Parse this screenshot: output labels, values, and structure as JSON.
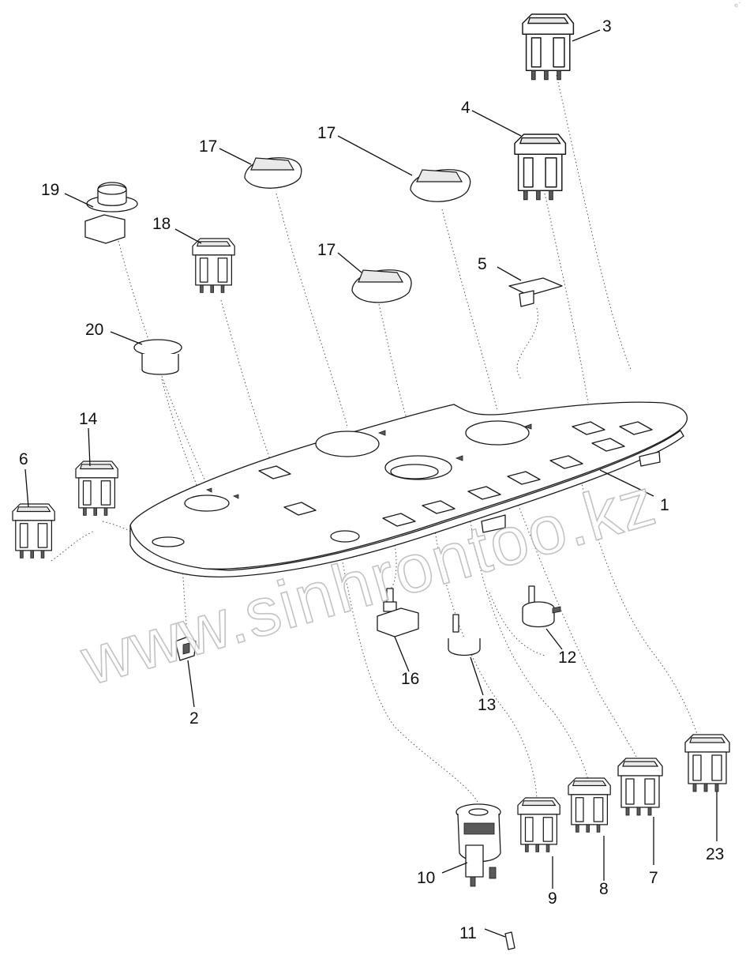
{
  "callouts": [
    "1",
    "2",
    "3",
    "4",
    "5",
    "6",
    "7",
    "8",
    "9",
    "10",
    "11",
    "12",
    "13",
    "14",
    "16",
    "17",
    "17",
    "17",
    "18",
    "19",
    "20",
    "23"
  ],
  "watermark": "www.sinhrontoo.kz",
  "corner_mark": "e˜"
}
